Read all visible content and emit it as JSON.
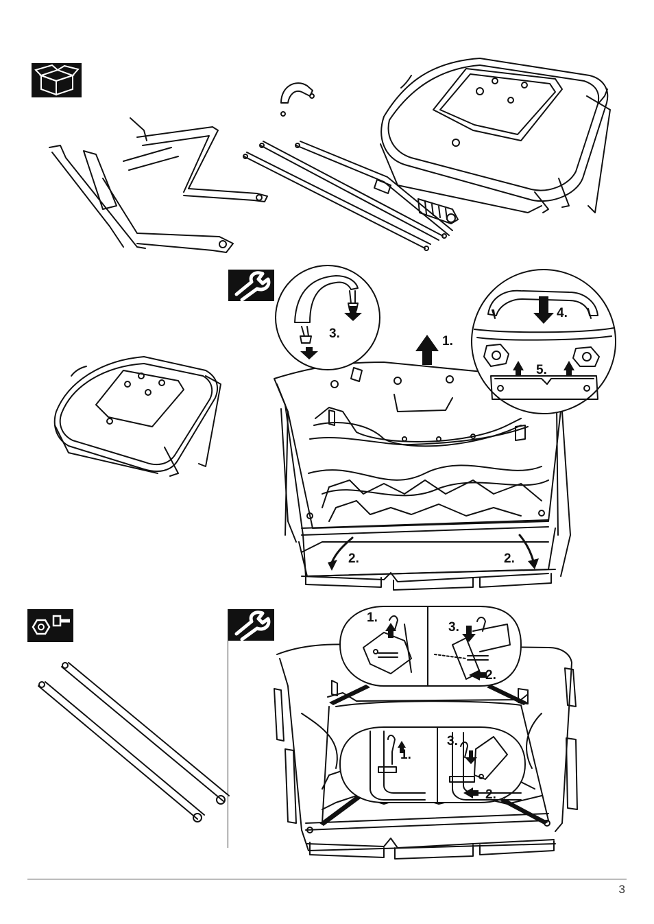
{
  "page": {
    "number": "3"
  },
  "icons": {
    "unpack": "open-box-icon",
    "tool": "wrench-icon",
    "hardware": "nut-bolt-icon",
    "tool_bottom": "wrench-icon"
  },
  "steps_top": {
    "s1": "1.",
    "s2_left": "2.",
    "s2_right": "2.",
    "s3": "3.",
    "s4": "4.",
    "s5": "5."
  },
  "steps_bottom": {
    "top_left_1": "1.",
    "top_right_3": "3.",
    "top_right_2": "2.",
    "mid_left_1": "1.",
    "mid_right_3": "3.",
    "mid_right_2": "2."
  }
}
